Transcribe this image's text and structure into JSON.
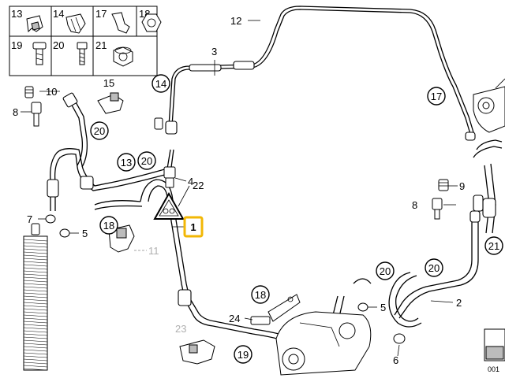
{
  "legend": [
    {
      "num": "13"
    },
    {
      "num": "14"
    },
    {
      "num": "17"
    },
    {
      "num": "18"
    },
    {
      "num": "19"
    },
    {
      "num": "20"
    },
    {
      "num": "21"
    }
  ],
  "callouts": {
    "c14": "14",
    "c13": "13",
    "c17": "17",
    "c20a": "20",
    "c20b": "20",
    "c20c": "20",
    "c20d": "20",
    "c18a": "18",
    "c18b": "18",
    "c19": "19",
    "c21": "21",
    "c15": "15"
  },
  "labels": {
    "l12": "12",
    "l3": "3",
    "l10": "10",
    "l8a": "8",
    "l4": "4",
    "l22": "22",
    "l7": "7",
    "l5a": "5",
    "l1": "1",
    "l11": "11",
    "l9": "9",
    "l8b": "8",
    "l2": "2",
    "l5b": "5",
    "l6": "6",
    "l24": "24",
    "l23": "23",
    "l_code": "001"
  },
  "highlight": {
    "label": "1",
    "color": "#f2b705"
  }
}
